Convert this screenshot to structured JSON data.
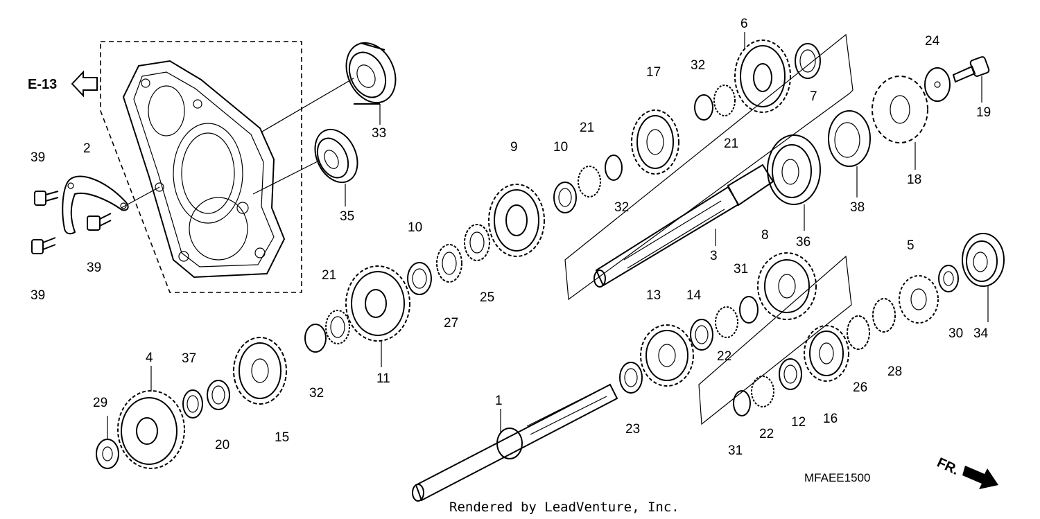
{
  "diagram": {
    "reference": "E-13",
    "part_code": "MFAEE1500",
    "front_marker": "FR.",
    "credit": "Rendered by LeadVenture, Inc.",
    "callouts": [
      "1",
      "2",
      "3",
      "4",
      "5",
      "6",
      "7",
      "8",
      "9",
      "10",
      "10",
      "11",
      "12",
      "13",
      "14",
      "15",
      "16",
      "17",
      "18",
      "19",
      "20",
      "21",
      "21",
      "21",
      "22",
      "22",
      "23",
      "24",
      "25",
      "26",
      "27",
      "28",
      "29",
      "30",
      "31",
      "31",
      "32",
      "32",
      "32",
      "33",
      "34",
      "35",
      "36",
      "37",
      "38",
      "39",
      "39",
      "39"
    ]
  }
}
